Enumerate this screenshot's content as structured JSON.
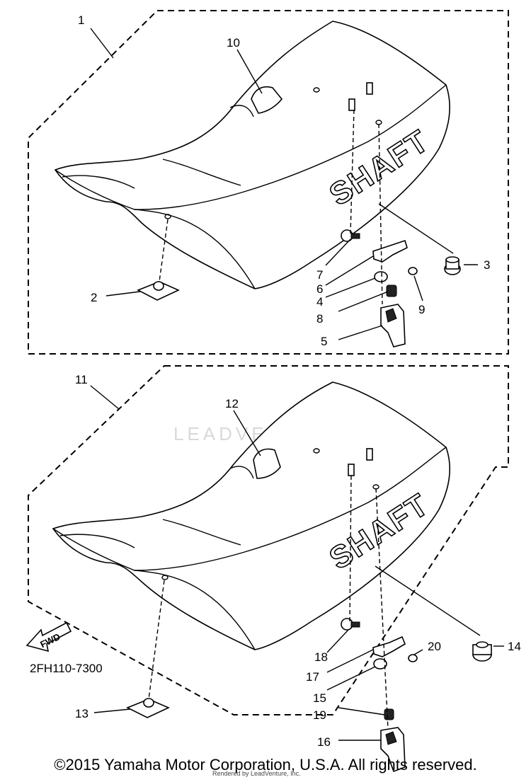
{
  "watermark": {
    "text": "LEADVENTURE"
  },
  "diagram": {
    "fwd_label": "FWD",
    "code": "2FH110-7300",
    "shaft_text": "SHAFT",
    "callouts": {
      "c1": "1",
      "c2": "2",
      "c3": "3",
      "c4": "4",
      "c5": "5",
      "c6": "6",
      "c7": "7",
      "c8": "8",
      "c9": "9",
      "c10": "10",
      "c11": "11",
      "c12": "12",
      "c13": "13",
      "c14": "14",
      "c15": "15",
      "c16": "16",
      "c17": "17",
      "c18": "18",
      "c19": "19",
      "c20": "20"
    }
  },
  "footer": {
    "copyright": "©2015 Yamaha Motor Corporation, U.S.A. All rights reserved.",
    "render_note": "Rendered by LeadVenture, Inc."
  }
}
